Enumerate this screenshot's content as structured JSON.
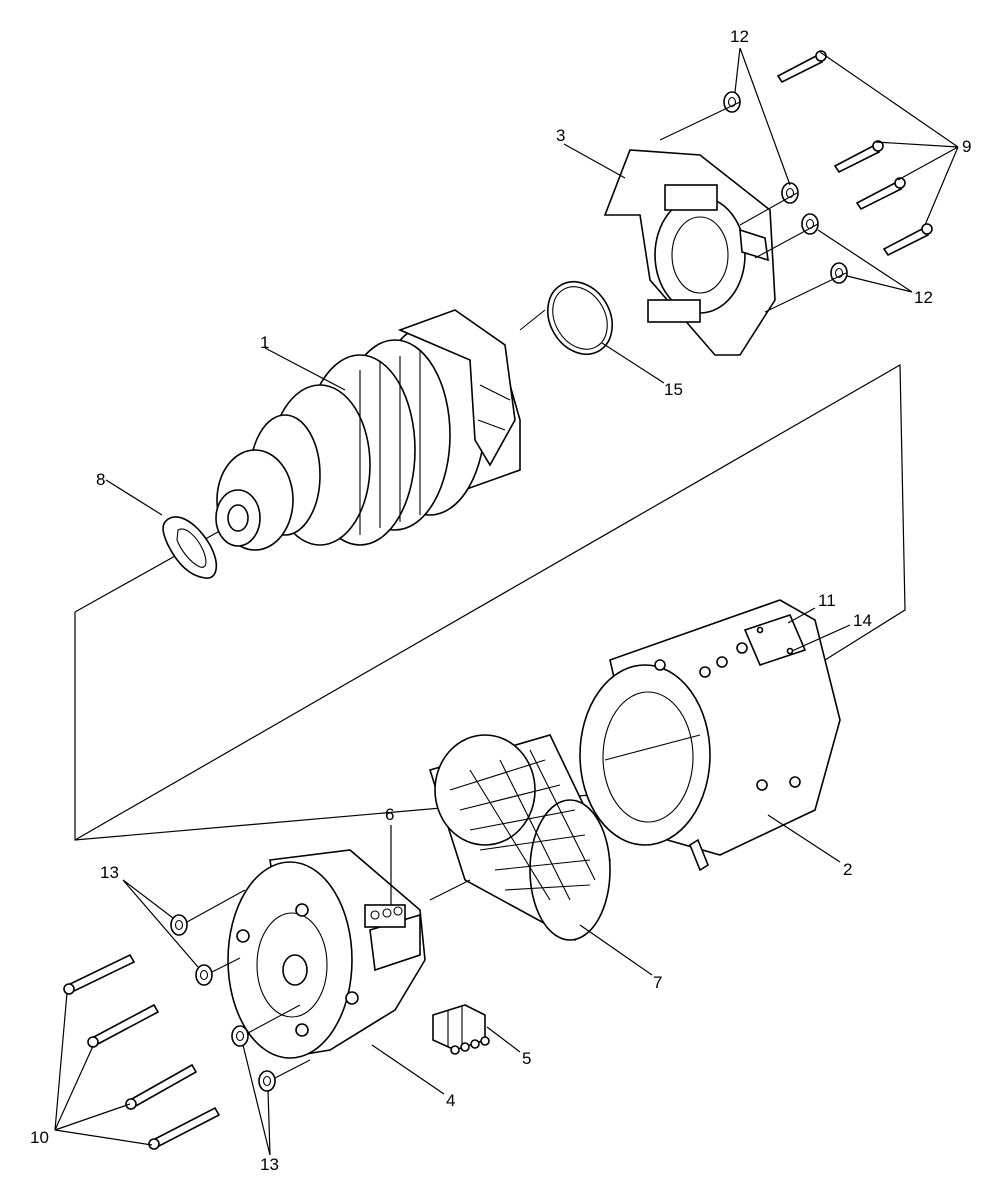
{
  "diagram": {
    "callouts": {
      "c1": "1",
      "c2": "2",
      "c3": "3",
      "c4": "4",
      "c5": "5",
      "c6": "6",
      "c7": "7",
      "c8": "8",
      "c9": "9",
      "c10": "10",
      "c11": "11",
      "c12a": "12",
      "c12b": "12",
      "c13a": "13",
      "c13b": "13",
      "c14": "14",
      "c15": "15"
    }
  }
}
